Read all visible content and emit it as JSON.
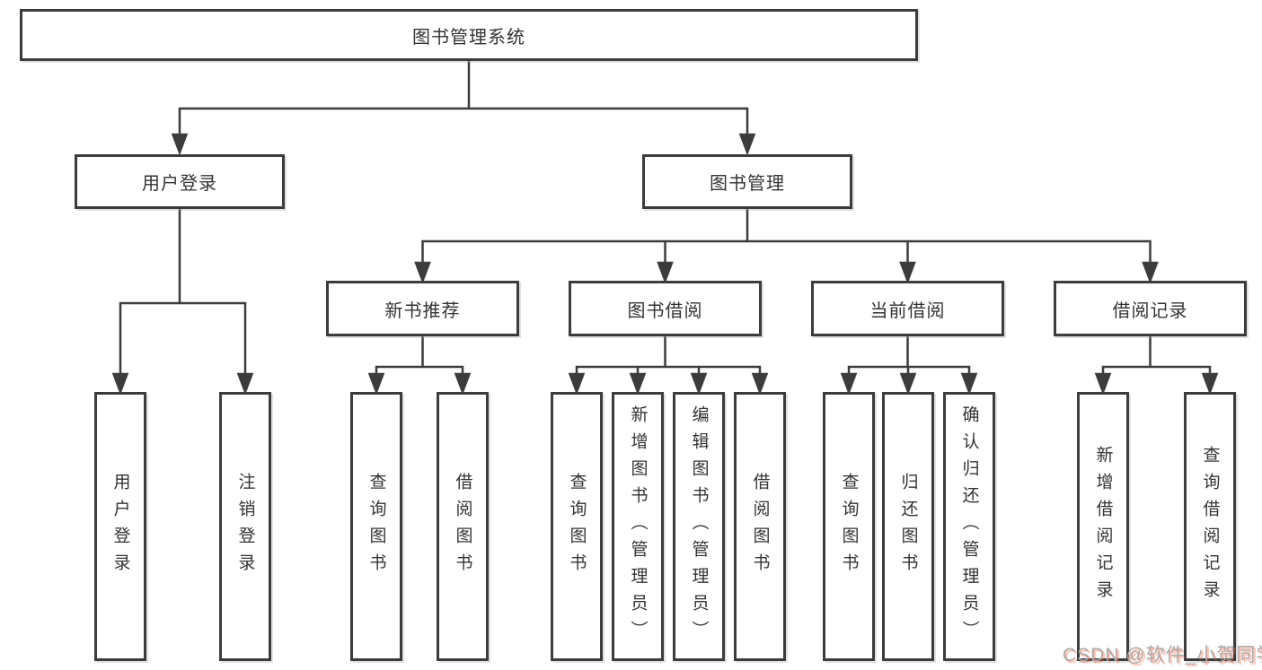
{
  "root": {
    "label": "图书管理系统"
  },
  "branches": [
    {
      "label": "用户登录",
      "leaves": [
        "用户登录",
        "注销登录"
      ]
    },
    {
      "label": "图书管理",
      "sections": [
        {
          "label": "新书推荐",
          "leaves": [
            "查询图书",
            "借阅图书"
          ]
        },
        {
          "label": "图书借阅",
          "leaves": [
            "查询图书",
            "新增图书（管理员）",
            "编辑图书（管理员）",
            "借阅图书"
          ]
        },
        {
          "label": "当前借阅",
          "leaves": [
            "查询图书",
            "归还图书",
            "确认归还（管理员）"
          ]
        },
        {
          "label": "借阅记录",
          "leaves": [
            "新增借阅记录",
            "查询借阅记录"
          ]
        }
      ]
    }
  ],
  "watermark": {
    "text": "CSDN @软件_小贺同学"
  },
  "colors": {
    "line": "#3c3c3c",
    "text": "#333333",
    "watermark_gray": "#a9a9a9",
    "watermark_red": "#fc5531"
  }
}
